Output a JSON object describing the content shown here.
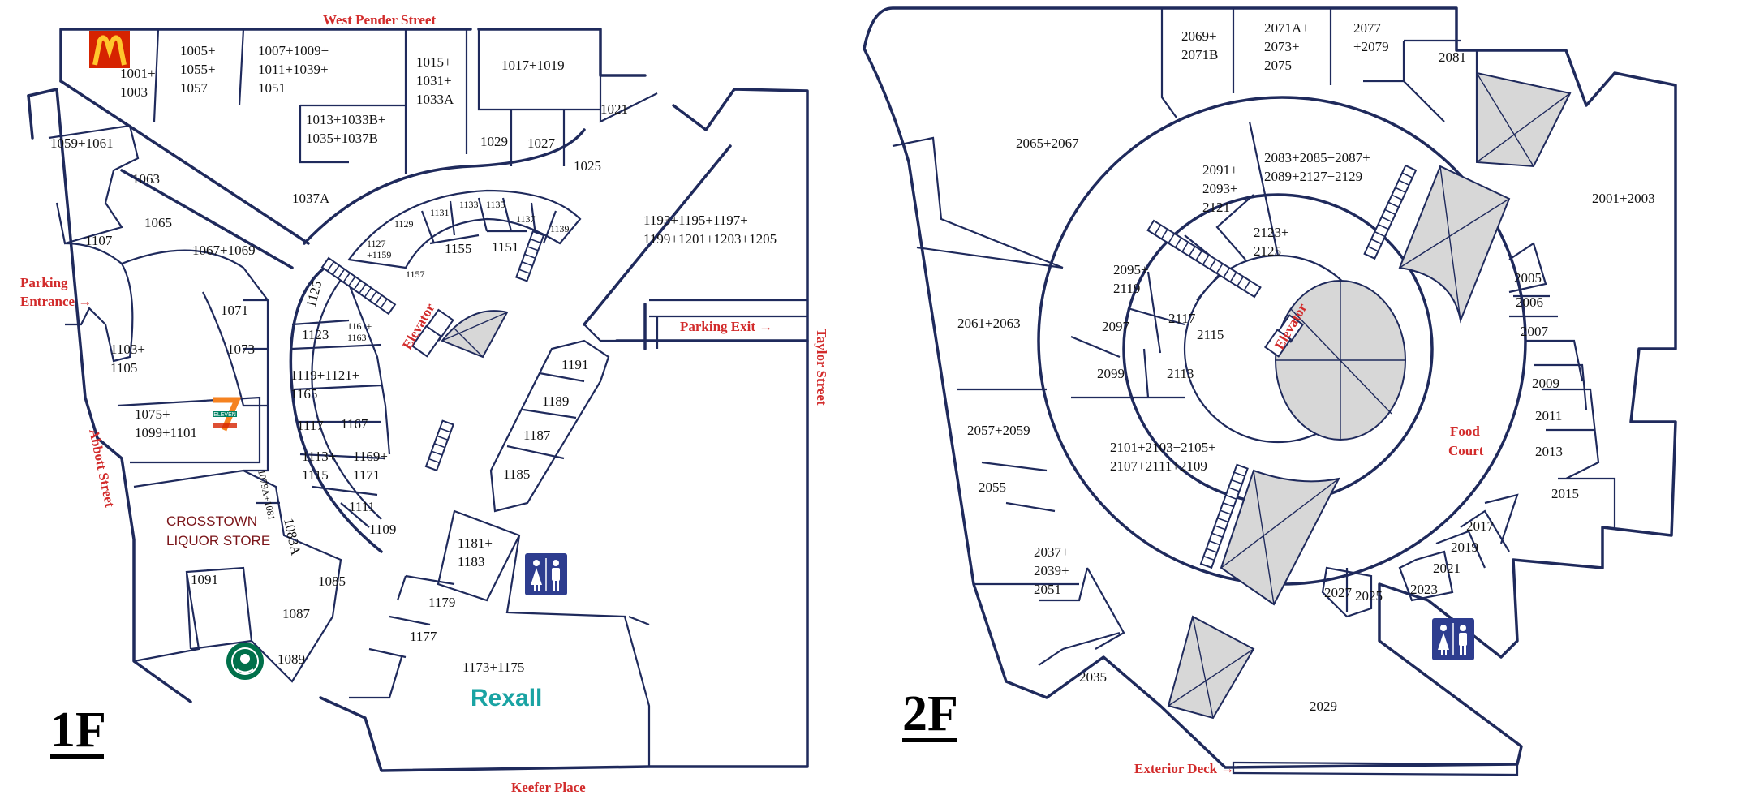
{
  "floor1": {
    "label": "1F",
    "streets": {
      "west_pender": "West Pender Street",
      "abbott": "Abbott Street",
      "taylor": "Taylor Street",
      "keefer": "Keefer Place"
    },
    "labels": {
      "parking_entrance_1": "Parking",
      "parking_entrance_2": "Entrance →",
      "parking_exit": "Parking Exit →",
      "elevator": "Elevator"
    },
    "brands": {
      "liquor_1": "CROSSTOWN",
      "liquor_2": "LIQUOR STORE",
      "rexall": "Rexall",
      "seven_eleven": "ELEVEN"
    },
    "units": [
      {
        "id": "u1001",
        "text": [
          "1001+",
          "1003"
        ]
      },
      {
        "id": "u1005",
        "text": [
          "1005+",
          "1055+",
          "1057"
        ]
      },
      {
        "id": "u1007",
        "text": [
          "1007+1009+",
          "1011+1039+",
          "1051"
        ]
      },
      {
        "id": "u1015",
        "text": [
          "1015+",
          "1031+",
          "1033A"
        ]
      },
      {
        "id": "u1017",
        "text": [
          "1017+1019"
        ]
      },
      {
        "id": "u1059",
        "text": [
          "1059+1061"
        ]
      },
      {
        "id": "u1013",
        "text": [
          "1013+1033B+",
          "1035+1037B"
        ]
      },
      {
        "id": "u1029",
        "text": [
          "1029"
        ]
      },
      {
        "id": "u1027",
        "text": [
          "1027"
        ]
      },
      {
        "id": "u1021",
        "text": [
          "1021"
        ]
      },
      {
        "id": "u1025",
        "text": [
          "1025"
        ]
      },
      {
        "id": "u1063",
        "text": [
          "1063"
        ]
      },
      {
        "id": "u1037A",
        "text": [
          "1037A"
        ]
      },
      {
        "id": "u1065",
        "text": [
          "1065"
        ]
      },
      {
        "id": "u1107",
        "text": [
          "1107"
        ]
      },
      {
        "id": "u1067",
        "text": [
          "1067+1069"
        ]
      },
      {
        "id": "u1193",
        "text": [
          "1193+1195+1197+",
          "1199+1201+1203+1205"
        ]
      },
      {
        "id": "u1131",
        "text": [
          "1131"
        ]
      },
      {
        "id": "u1133",
        "text": [
          "1133"
        ]
      },
      {
        "id": "u1135",
        "text": [
          "1135"
        ]
      },
      {
        "id": "u1137",
        "text": [
          "1137"
        ]
      },
      {
        "id": "u1139",
        "text": [
          "1139"
        ]
      },
      {
        "id": "u1129",
        "text": [
          "1129"
        ]
      },
      {
        "id": "u1127",
        "text": [
          "1127",
          "+1159"
        ]
      },
      {
        "id": "u1155",
        "text": [
          "1155"
        ]
      },
      {
        "id": "u1151",
        "text": [
          "1151"
        ]
      },
      {
        "id": "u1157",
        "text": [
          "1157"
        ]
      },
      {
        "id": "u1071",
        "text": [
          "1071"
        ]
      },
      {
        "id": "u1073",
        "text": [
          "1073"
        ]
      },
      {
        "id": "u1103",
        "text": [
          "1103+",
          "1105"
        ]
      },
      {
        "id": "u1125",
        "text": [
          "1125"
        ]
      },
      {
        "id": "u1123",
        "text": [
          "1123"
        ]
      },
      {
        "id": "u1161",
        "text": [
          "1161+",
          "1163"
        ]
      },
      {
        "id": "u1119",
        "text": [
          "1119+1121+",
          "1165"
        ]
      },
      {
        "id": "u1191",
        "text": [
          "1191"
        ]
      },
      {
        "id": "u1189",
        "text": [
          "1189"
        ]
      },
      {
        "id": "u1187",
        "text": [
          "1187"
        ]
      },
      {
        "id": "u1185",
        "text": [
          "1185"
        ]
      },
      {
        "id": "u1075",
        "text": [
          "1075+",
          "1099+1101"
        ]
      },
      {
        "id": "u1117",
        "text": [
          "1117"
        ]
      },
      {
        "id": "u1167",
        "text": [
          "1167"
        ]
      },
      {
        "id": "u1113",
        "text": [
          "1113+",
          "1115"
        ]
      },
      {
        "id": "u1169",
        "text": [
          "1169+",
          "1171"
        ]
      },
      {
        "id": "u1111",
        "text": [
          "1111"
        ]
      },
      {
        "id": "u1109",
        "text": [
          "1109"
        ]
      },
      {
        "id": "u1079",
        "text": [
          "1079A+1081"
        ]
      },
      {
        "id": "u1083A",
        "text": [
          "1083A"
        ]
      },
      {
        "id": "u1181",
        "text": [
          "1181+",
          "1183"
        ]
      },
      {
        "id": "u1091",
        "text": [
          "1091"
        ]
      },
      {
        "id": "u1085",
        "text": [
          "1085"
        ]
      },
      {
        "id": "u1087",
        "text": [
          "1087"
        ]
      },
      {
        "id": "u1179",
        "text": [
          "1179"
        ]
      },
      {
        "id": "u1177",
        "text": [
          "1177"
        ]
      },
      {
        "id": "u1173",
        "text": [
          "1173+1175"
        ]
      },
      {
        "id": "u1089",
        "text": [
          "1089"
        ]
      }
    ]
  },
  "floor2": {
    "label": "2F",
    "labels": {
      "elevator": "Elevator",
      "food_court_1": "Food",
      "food_court_2": "Court",
      "exterior_deck": "Exterior Deck →"
    },
    "units": [
      {
        "id": "u2069",
        "text": [
          "2069+",
          "2071B"
        ]
      },
      {
        "id": "u2071A",
        "text": [
          "2071A+",
          "2073+",
          "2075"
        ]
      },
      {
        "id": "u2077",
        "text": [
          "2077",
          "+2079"
        ]
      },
      {
        "id": "u2081",
        "text": [
          "2081"
        ]
      },
      {
        "id": "u2065",
        "text": [
          "2065+2067"
        ]
      },
      {
        "id": "u2091",
        "text": [
          "2091+",
          "2093+",
          "2121"
        ]
      },
      {
        "id": "u2083",
        "text": [
          "2083+2085+2087+",
          "2089+2127+2129"
        ]
      },
      {
        "id": "u2001",
        "text": [
          "2001+2003"
        ]
      },
      {
        "id": "u2123",
        "text": [
          "2123+",
          "2125"
        ]
      },
      {
        "id": "u2095",
        "text": [
          "2095+",
          "2119"
        ]
      },
      {
        "id": "u2005",
        "text": [
          "2005"
        ]
      },
      {
        "id": "u2006",
        "text": [
          "2006"
        ]
      },
      {
        "id": "u2061",
        "text": [
          "2061+2063"
        ]
      },
      {
        "id": "u2117",
        "text": [
          "2117"
        ]
      },
      {
        "id": "u2097",
        "text": [
          "2097"
        ]
      },
      {
        "id": "u2115",
        "text": [
          "2115"
        ]
      },
      {
        "id": "u2007",
        "text": [
          "2007"
        ]
      },
      {
        "id": "u2099",
        "text": [
          "2099"
        ]
      },
      {
        "id": "u2113",
        "text": [
          "2113"
        ]
      },
      {
        "id": "u2009",
        "text": [
          "2009"
        ]
      },
      {
        "id": "u2011",
        "text": [
          "2011"
        ]
      },
      {
        "id": "u2057",
        "text": [
          "2057+2059"
        ]
      },
      {
        "id": "u2101",
        "text": [
          "2101+2103+2105+",
          "2107+2111+2109"
        ]
      },
      {
        "id": "u2013",
        "text": [
          "2013"
        ]
      },
      {
        "id": "u2015",
        "text": [
          "2015"
        ]
      },
      {
        "id": "u2055",
        "text": [
          "2055"
        ]
      },
      {
        "id": "u2017",
        "text": [
          "2017"
        ]
      },
      {
        "id": "u2019",
        "text": [
          "2019"
        ]
      },
      {
        "id": "u2037",
        "text": [
          "2037+",
          "2039+",
          "2051"
        ]
      },
      {
        "id": "u2021",
        "text": [
          "2021"
        ]
      },
      {
        "id": "u2023",
        "text": [
          "2023"
        ]
      },
      {
        "id": "u2027",
        "text": [
          "2027"
        ]
      },
      {
        "id": "u2025",
        "text": [
          "2025"
        ]
      },
      {
        "id": "u2035",
        "text": [
          "2035"
        ]
      },
      {
        "id": "u2029",
        "text": [
          "2029"
        ]
      }
    ]
  },
  "colors": {
    "wall": "#1f2a5c",
    "label_red": "#d22b2b",
    "void": "#d7d7d7",
    "restroom": "#2e3d8f",
    "rexall": "#1aa3a3",
    "mcdonalds_red": "#d62300",
    "mcdonalds_yellow": "#ffc72c",
    "starbucks": "#00704a",
    "seven_eleven_orange": "#f58220",
    "seven_eleven_green": "#008163"
  }
}
